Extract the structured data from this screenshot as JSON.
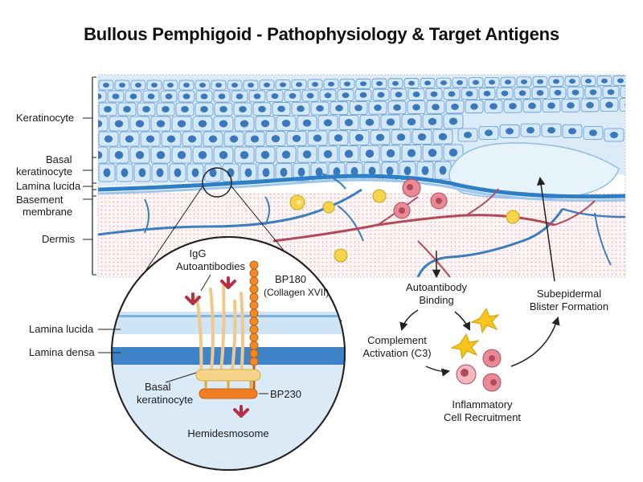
{
  "title": "Bullous Pemphigoid - Pathophysiology & Target Antigens",
  "left_labels": {
    "keratinocyte": "Keratinocyte",
    "basal_line1": "Basal",
    "basal_line2": "keratinocyte",
    "lamina_lucida": "Lamina lucida",
    "basement_line1": "Basement",
    "basement_line2": "membrane",
    "dermis": "Dermis"
  },
  "inset": {
    "igg_line1": "IgG",
    "igg_line2": "Autoantibodies",
    "bp180_line1": "BP180",
    "bp180_line2": "(Collagen XVII)",
    "lamina_lucida": "Lamina lucida",
    "lamina_densa": "Lamina densa",
    "basal_line1": "Basal",
    "basal_line2": "keratinocyte",
    "bp230": "BP230",
    "hemidesmosome": "Hemidesmosome"
  },
  "pathway": {
    "binding_line1": "Autoantibody",
    "binding_line2": "Binding",
    "complement_line1": "Complement",
    "complement_line2": "Activation (C3)",
    "inflammatory_line1": "Inflammatory",
    "inflammatory_line2": "Cell Recruitment",
    "blister_line1": "Subepidermal",
    "blister_line2": "Blister Formation"
  },
  "colors": {
    "cell_fill": "#d4e8f7",
    "nucleus": "#3a78bd",
    "membrane": "#2f7fc8",
    "dermis_dots": "#e3a4a4",
    "vessel_blue": "#3b7fc0",
    "vessel_red": "#b24a5c",
    "bp180": "#f08a24",
    "bp230": "#ef7d22",
    "antibody": "#b52f45",
    "complement": "#f5c51c"
  }
}
